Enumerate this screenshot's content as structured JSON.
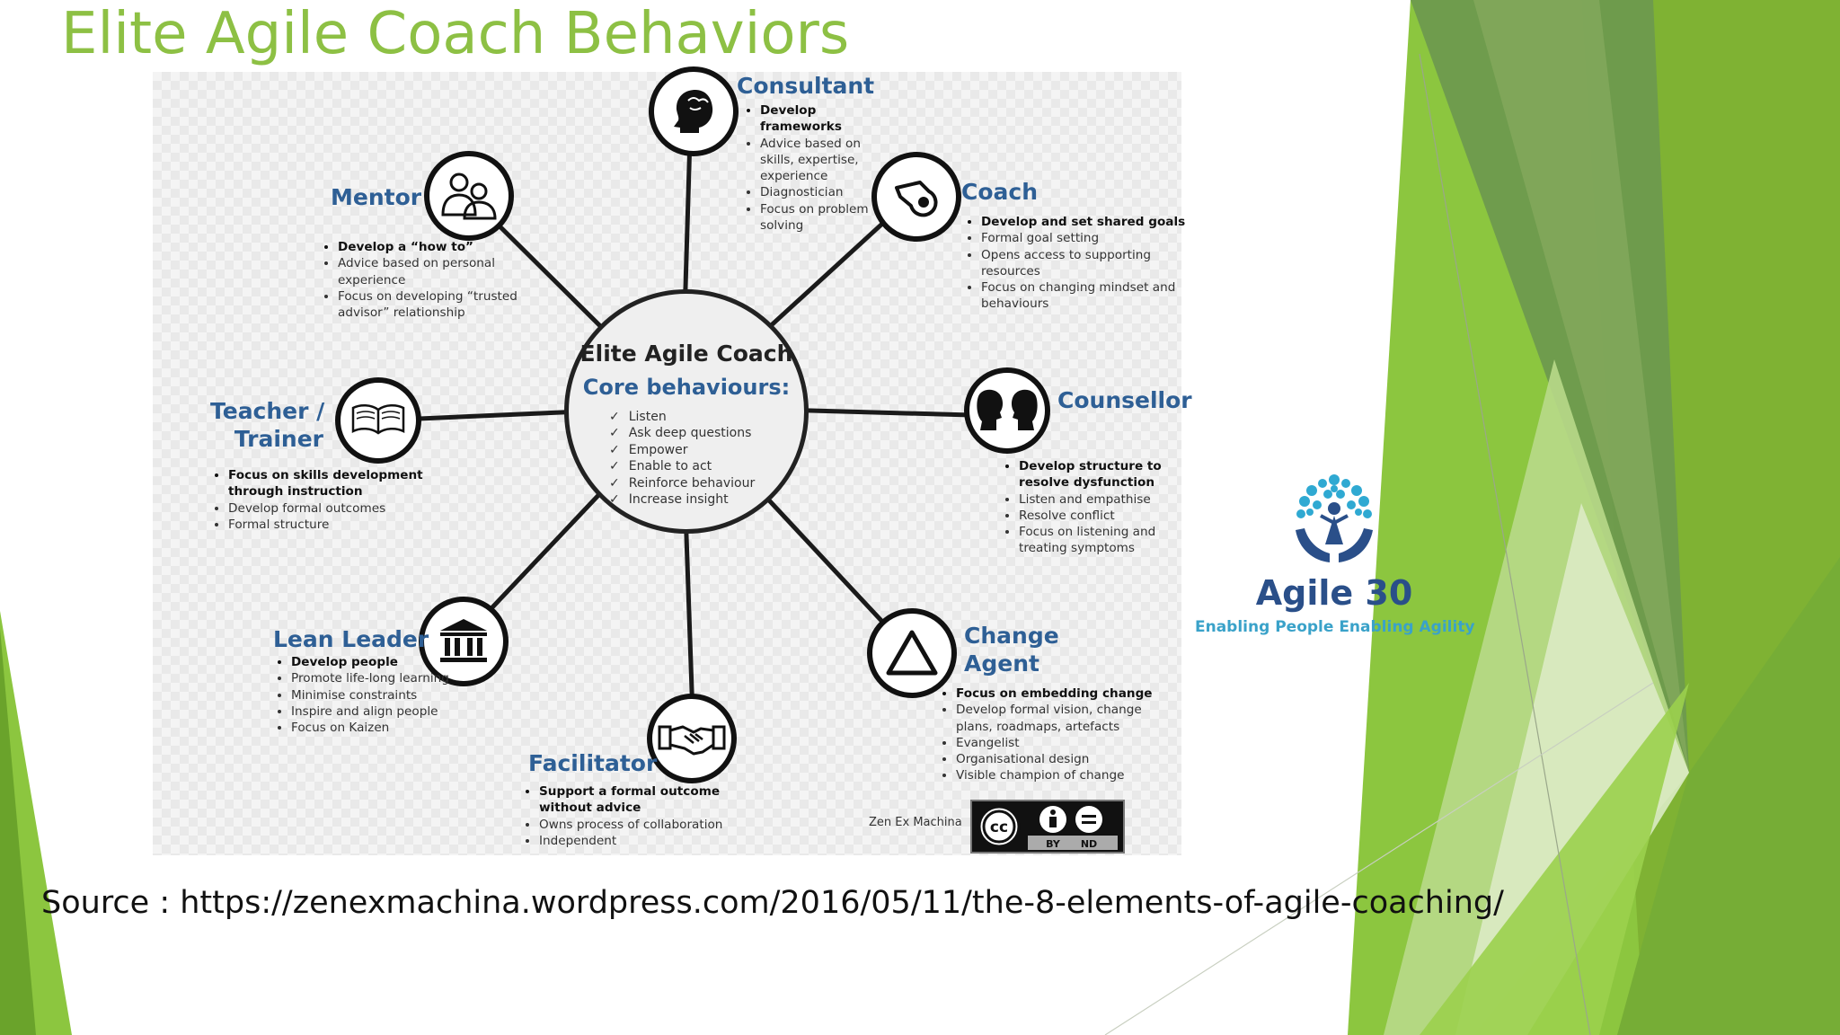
{
  "slide": {
    "title": "Elite Agile Coach Behaviors",
    "source": "Source : https://zenexmachina.wordpress.com/2016/05/11/the-8-elements-of-agile-coaching/"
  },
  "diagram": {
    "center": {
      "title": "Elite Agile Coach",
      "subtitle": "Core behaviours:",
      "items": [
        "Listen",
        "Ask deep questions",
        "Empower",
        "Enable to act",
        "Reinforce behaviour",
        "Increase insight"
      ]
    },
    "roles": {
      "consultant": {
        "name": "Consultant",
        "icon": "head-icon",
        "items": [
          "Develop frameworks",
          "Advice based on skills, expertise, experience",
          "Diagnostician",
          "Focus on problem solving"
        ]
      },
      "coach": {
        "name": "Coach",
        "icon": "whistle-icon",
        "items": [
          "Develop and set shared goals",
          "Formal goal setting",
          "Opens access to supporting resources",
          "Focus on changing mindset and behaviours"
        ]
      },
      "counsellor": {
        "name": "Counsellor",
        "icon": "two-heads-icon",
        "items": [
          "Develop structure to resolve dysfunction",
          "Listen and empathise",
          "Resolve conflict",
          "Focus on listening and treating symptoms"
        ]
      },
      "change_agent": {
        "name_line1": "Change",
        "name_line2": "Agent",
        "icon": "triangle-icon",
        "items": [
          "Focus on embedding change",
          "Develop formal vision, change plans,  roadmaps, artefacts",
          "Evangelist",
          "Organisational design",
          "Visible champion of change"
        ]
      },
      "facilitator": {
        "name": "Facilitator",
        "icon": "handshake-icon",
        "items": [
          "Support a formal outcome without advice",
          "Owns process of collaboration",
          "Independent"
        ]
      },
      "lean_leader": {
        "name": "Lean Leader",
        "icon": "institution-icon",
        "items": [
          "Develop people",
          "Promote life-long learning",
          "Minimise constraints",
          "Inspire and align people",
          "Focus on Kaizen"
        ]
      },
      "teacher": {
        "name_line1": "Teacher /",
        "name_line2": "Trainer",
        "icon": "book-icon",
        "items": [
          "Focus on skills development through instruction",
          "Develop formal outcomes",
          "Formal structure"
        ]
      },
      "mentor": {
        "name": "Mentor",
        "icon": "people-icon",
        "items": [
          "Develop a “how to”",
          "Advice based on personal experience",
          "Focus on developing “trusted advisor” relationship"
        ]
      }
    },
    "credit": "Zen Ex Machina",
    "license": {
      "by": "BY",
      "nd": "ND",
      "cc": "cc"
    }
  },
  "logo": {
    "name": "Agile 30",
    "tagline": "Enabling People Enabling Agility"
  },
  "colors": {
    "title_green": "#8dc044",
    "role_blue": "#2e5f95",
    "logo_blue": "#2a4f89",
    "logo_teal": "#3aa2c9"
  }
}
